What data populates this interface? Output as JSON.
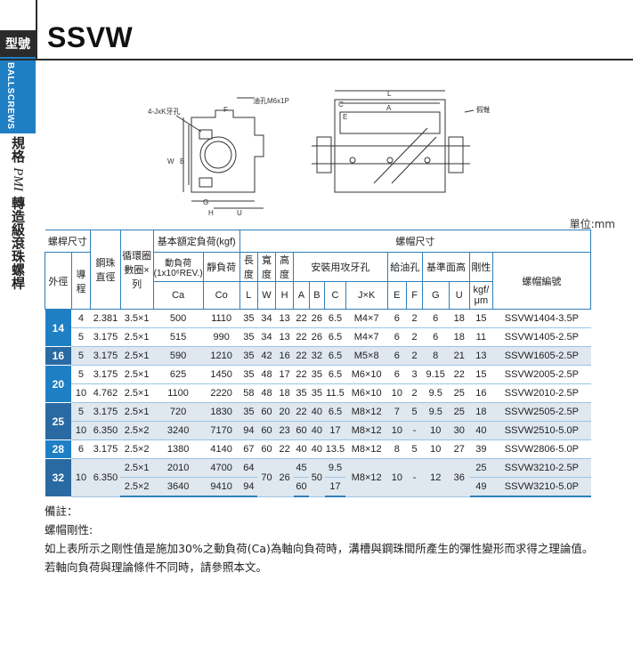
{
  "sidebar": {
    "section_label": "型號",
    "category_label": "BALLSCREWS",
    "spec_prefix": "規格",
    "brand": "PMI",
    "spec_suffix": "轉造級滾珠螺桿"
  },
  "page_title": "SSVW",
  "drawing": {
    "label_jxk": "4-JxK牙孔",
    "label_oil": "油孔M6x1P",
    "label_f": "F",
    "label_w": "W",
    "label_b": "B",
    "label_g": "G",
    "label_h": "H",
    "label_u": "U",
    "label_l": "L",
    "label_c": "C",
    "label_a": "A",
    "label_e": "E",
    "label_dummy": "假軸"
  },
  "unit_label": "單位:mm",
  "table": {
    "h1": {
      "shaft": "螺桿尺寸",
      "ball": "鋼珠直徑",
      "circuit": "循環圈數圈×列",
      "load": "基本額定負荷(kgf)",
      "nut": "螺帽尺寸"
    },
    "h2": {
      "dyn": "動負荷(1x10⁶REV.)",
      "static": "靜負荷",
      "length": "長度",
      "width": "寬度",
      "height": "高度",
      "mount": "安裝用攻牙孔",
      "oil": "給油孔",
      "ref": "基準面高",
      "rigidity": "剛性",
      "model": "螺帽編號",
      "outer": "外徑",
      "lead": "導程"
    },
    "h3": {
      "ca": "Ca",
      "co": "Co",
      "l": "L",
      "w": "W",
      "h": "H",
      "a": "A",
      "b": "B",
      "c": "C",
      "jxk": "J×K",
      "e": "E",
      "f": "F",
      "g": "G",
      "u": "U",
      "rig_unit": "kgf/μm"
    },
    "rows": [
      {
        "d": "14",
        "lead": "4",
        "ball": "2.381",
        "circ": "3.5×1",
        "ca": "500",
        "co": "1110",
        "L": "35",
        "W": "34",
        "H": "13",
        "A": "22",
        "B": "26",
        "C": "6.5",
        "JK": "M4×7",
        "E": "6",
        "F": "2",
        "G": "6",
        "U": "18",
        "K": "15",
        "model": "SSVW1404-3.5P"
      },
      {
        "d": "",
        "lead": "5",
        "ball": "3.175",
        "circ": "2.5×1",
        "ca": "515",
        "co": "990",
        "L": "35",
        "W": "34",
        "H": "13",
        "A": "22",
        "B": "26",
        "C": "6.5",
        "JK": "M4×7",
        "E": "6",
        "F": "2",
        "G": "6",
        "U": "18",
        "K": "11",
        "model": "SSVW1405-2.5P"
      },
      {
        "d": "16",
        "lead": "5",
        "ball": "3.175",
        "circ": "2.5×1",
        "ca": "590",
        "co": "1210",
        "L": "35",
        "W": "42",
        "H": "16",
        "A": "22",
        "B": "32",
        "C": "6.5",
        "JK": "M5×8",
        "E": "6",
        "F": "2",
        "G": "8",
        "U": "21",
        "K": "13",
        "model": "SSVW1605-2.5P"
      },
      {
        "d": "20",
        "lead": "5",
        "ball": "3.175",
        "circ": "2.5×1",
        "ca": "625",
        "co": "1450",
        "L": "35",
        "W": "48",
        "H": "17",
        "A": "22",
        "B": "35",
        "C": "6.5",
        "JK": "M6×10",
        "E": "6",
        "F": "3",
        "G": "9.15",
        "U": "22",
        "K": "15",
        "model": "SSVW2005-2.5P"
      },
      {
        "d": "",
        "lead": "10",
        "ball": "4.762",
        "circ": "2.5×1",
        "ca": "1100",
        "co": "2220",
        "L": "58",
        "W": "48",
        "H": "18",
        "A": "35",
        "B": "35",
        "C": "11.5",
        "JK": "M6×10",
        "E": "10",
        "F": "2",
        "G": "9.5",
        "U": "25",
        "K": "16",
        "model": "SSVW2010-2.5P"
      },
      {
        "d": "25",
        "lead": "5",
        "ball": "3.175",
        "circ": "2.5×1",
        "ca": "720",
        "co": "1830",
        "L": "35",
        "W": "60",
        "H": "20",
        "A": "22",
        "B": "40",
        "C": "6.5",
        "JK": "M8×12",
        "E": "7",
        "F": "5",
        "G": "9.5",
        "U": "25",
        "K": "18",
        "model": "SSVW2505-2.5P"
      },
      {
        "d": "",
        "lead": "10",
        "ball": "6.350",
        "circ": "2.5×2",
        "ca": "3240",
        "co": "7170",
        "L": "94",
        "W": "60",
        "H": "23",
        "A": "60",
        "B": "40",
        "C": "17",
        "JK": "M8×12",
        "E": "10",
        "F": "-",
        "G": "10",
        "U": "30",
        "K": "40",
        "model": "SSVW2510-5.0P"
      },
      {
        "d": "28",
        "lead": "6",
        "ball": "3.175",
        "circ": "2.5×2",
        "ca": "1380",
        "co": "4140",
        "L": "67",
        "W": "60",
        "H": "22",
        "A": "40",
        "B": "40",
        "C": "13.5",
        "JK": "M8×12",
        "E": "8",
        "F": "5",
        "G": "10",
        "U": "27",
        "K": "39",
        "model": "SSVW2806-5.0P"
      }
    ],
    "row32": {
      "d": "32",
      "lead": "10",
      "ball": "6.350",
      "circ1": "2.5×1",
      "circ2": "2.5×2",
      "ca1": "2010",
      "ca2": "3640",
      "co1": "4700",
      "co2": "9410",
      "L1": "64",
      "L2": "94",
      "W": "70",
      "H": "26",
      "A1": "45",
      "A2": "60",
      "B": "50",
      "C1": "9.5",
      "C2": "17",
      "JK": "M8×12",
      "E": "10",
      "F": "-",
      "G": "12",
      "U": "36",
      "K1": "25",
      "K2": "49",
      "model1": "SSVW3210-2.5P",
      "model2": "SSVW3210-5.0P"
    }
  },
  "notes": {
    "line1": "備註：",
    "line2": "螺帽剛性:",
    "line3": "如上表所示之剛性值是施加30%之動負荷(Ca)為軸向負荷時，溝槽與鋼珠間所產生的彈性變形而求得之理論值。",
    "line4": "若軸向負荷與理論條件不同時，請參照本文。"
  }
}
